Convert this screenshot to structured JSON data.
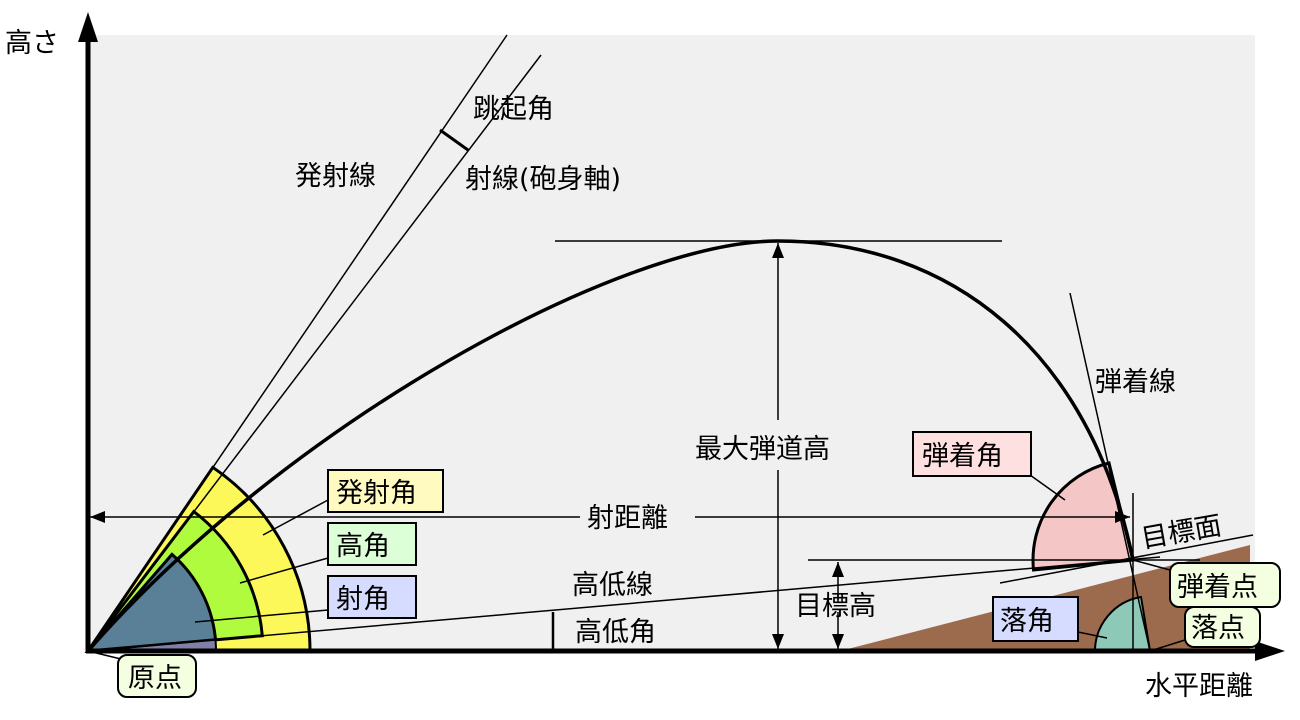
{
  "axes": {
    "y_label": "高さ",
    "x_label": "水平距離"
  },
  "labels": {
    "launch_line": "発射線",
    "jump_angle": "跳起角",
    "line_of_fire": "射線(砲身軸)",
    "max_ordinate": "最大弾道高",
    "range": "射距離",
    "line_of_site": "高低線",
    "angle_of_site": "高低角",
    "target_height": "目標高",
    "line_of_impact": "弾着線",
    "target_surface": "目標面"
  },
  "boxes": {
    "launch_angle": "発射角",
    "elevation_angle": "高角",
    "firing_angle": "射角",
    "origin": "原点",
    "impact_angle": "弾着角",
    "impact_point": "弾着点",
    "fall_angle": "落角",
    "fall_point": "落点"
  },
  "colors": {
    "background": "#f0f0f0",
    "yellow": "#fdf85a",
    "green": "#b1fb3f",
    "blue": "#5a8098",
    "purple": "#7f7fa8",
    "pink": "#f5c6c6",
    "teal": "#8ec9b8",
    "ground": "#9c6b4d"
  }
}
